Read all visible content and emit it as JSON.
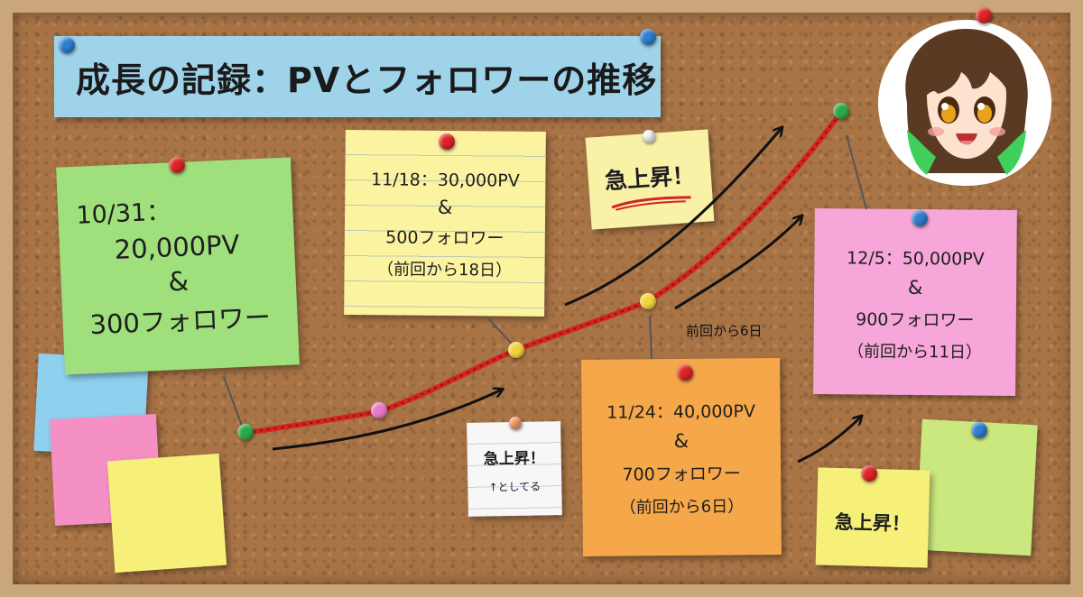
{
  "title": "成長の記録：PVとフォロワーの推移",
  "milestones": [
    {
      "id": "m1",
      "lines": [
        "10/31：",
        "20,000PV",
        "&",
        "300フォロワー"
      ],
      "color": "#9fe07c"
    },
    {
      "id": "m2",
      "lines": [
        "11/18：30,000PV",
        "&",
        "500フォロワー",
        "（前回から18日）"
      ],
      "color": "#fbf3a0"
    },
    {
      "id": "m3",
      "lines": [
        "11/24：40,000PV",
        "&",
        "700フォロワー",
        "（前回から6日）"
      ],
      "color": "#f5a74a"
    },
    {
      "id": "m4",
      "lines": [
        "12/5：50,000PV",
        "&",
        "900フォロワー",
        "（前回から11日）"
      ],
      "color": "#f6a6d8"
    }
  ],
  "callouts": {
    "surge_top": "急上昇！",
    "surge_small": "急上昇！",
    "surge_small_sub": "↑としてる",
    "surge_bottom": "急上昇！",
    "interval_label": "前回から6日"
  },
  "colors": {
    "string": "#d42323",
    "arrow": "#111111",
    "pin_red": "#e02525",
    "pin_blue": "#2f7fd1",
    "pin_green": "#2fa84a",
    "pin_yellow": "#f0d43a",
    "pin_pink": "#e878c8",
    "pin_white": "#f4f4f4",
    "pin_orange": "#f29a6a"
  },
  "icons": [
    "push-pin-icon",
    "trend-arrow-icon",
    "mascot-avatar-icon"
  ]
}
